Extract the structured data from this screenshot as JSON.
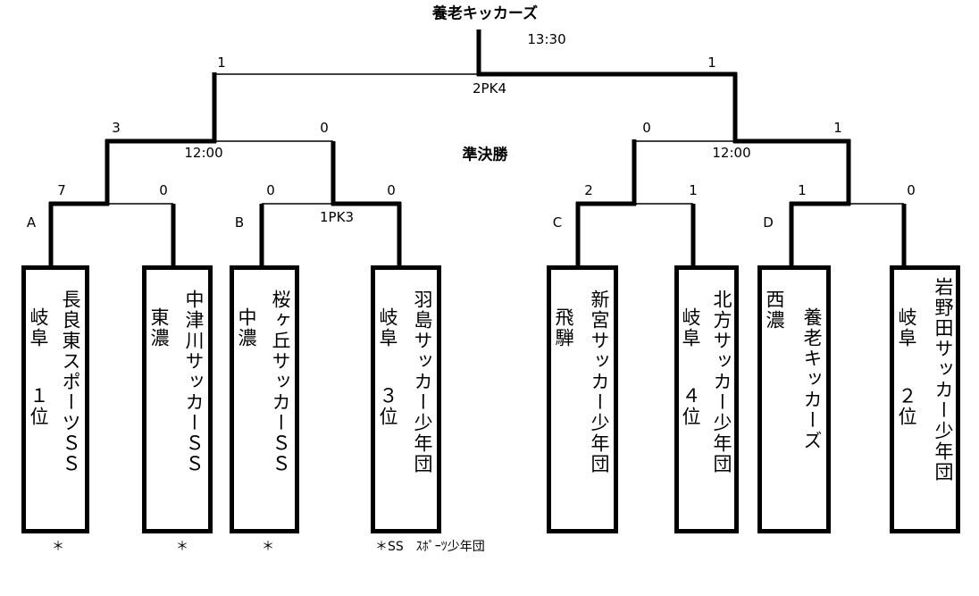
{
  "title": "養老キッカーズ",
  "final": {
    "time": "13:30",
    "left_score": "1",
    "right_score": "1",
    "pk": "2PK4"
  },
  "semifinal": {
    "label": "準決勝",
    "left": {
      "time": "12:00",
      "scores": [
        "3",
        "0"
      ]
    },
    "right": {
      "time": "12:00",
      "scores": [
        "0",
        "1"
      ]
    }
  },
  "groups": [
    {
      "label": "A",
      "scores": [
        "7",
        "0"
      ]
    },
    {
      "label": "B",
      "scores": [
        "0",
        "0"
      ],
      "pk": "1PK3"
    },
    {
      "label": "C",
      "scores": [
        "2",
        "1"
      ]
    },
    {
      "label": "D",
      "scores": [
        "1",
        "0"
      ]
    }
  ],
  "teams": [
    {
      "name": "長良東スポーツＳＳ",
      "region": "岐阜",
      "rank": "１位",
      "mark": "＊"
    },
    {
      "name": "中津川サッカーＳＳ",
      "region": "東濃",
      "rank": "",
      "mark": "＊"
    },
    {
      "name": "桜ヶ丘サッカーＳＳ",
      "region": "中濃",
      "rank": "",
      "mark": "＊"
    },
    {
      "name": "羽島サッカー少年団",
      "region": "岐阜",
      "rank": "３位",
      "mark": ""
    },
    {
      "name": "新宮サッカー少年団",
      "region": "飛騨",
      "rank": "",
      "mark": ""
    },
    {
      "name": "北方サッカー少年団",
      "region": "岐阜",
      "rank": "４位",
      "mark": ""
    },
    {
      "name": "養老キッカーズ",
      "region": "西濃",
      "rank": "",
      "mark": ""
    },
    {
      "name": "岩野田サッカー少年団",
      "region": "岐阜",
      "rank": "２位",
      "mark": ""
    }
  ],
  "footnote": "＊SS　ｽﾎﾟｰﾂ少年団"
}
